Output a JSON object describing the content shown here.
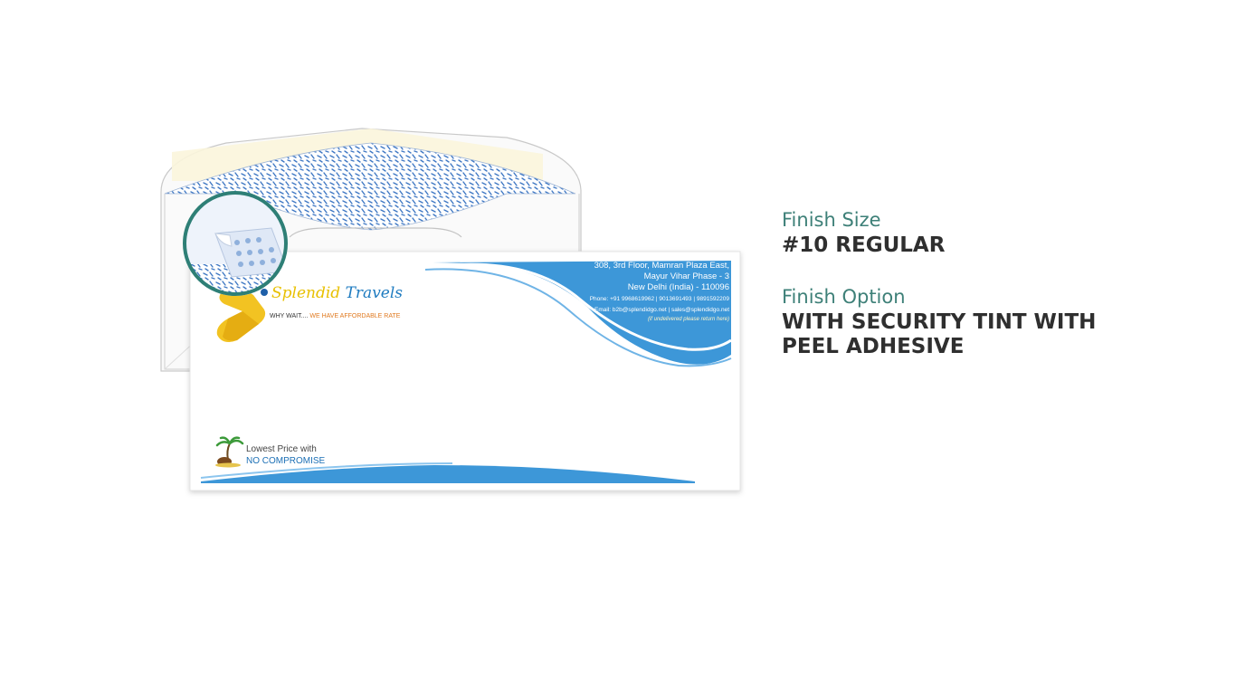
{
  "product": {
    "address": {
      "line1": "308, 3rd Floor, Mamran Plaza East,",
      "line2": "Mayur Vihar Phase - 3",
      "line3": "New Delhi (India) - 110096",
      "phone": "Phone: +91 9968619962 | 9013691493 | 9891592209",
      "email": "Email: b2b@splendidgo.net | sales@splendidgo.net",
      "note": "(if undelivered please return here)"
    },
    "brand": {
      "part1": "Splendid",
      "part2": "Travels"
    },
    "tagline": {
      "part1": "WHY WAIT....",
      "part2": "WE HAVE AFFORDABLE RATE"
    },
    "slogan": {
      "line1": "Lowest Price with",
      "line2": "NO COMPROMISE"
    }
  },
  "specs": {
    "size_label": "Finish Size",
    "size_value": "#10 REGULAR",
    "option_label": "Finish Option",
    "option_value_line1": "WITH SECURITY TINT WITH",
    "option_value_line2": "PEEL ADHESIVE"
  },
  "colors": {
    "accent_teal": "#3e8078",
    "brand_blue": "#3d97d8",
    "tint_blue": "#3f78c4",
    "text_dark": "#2f2f2f"
  }
}
